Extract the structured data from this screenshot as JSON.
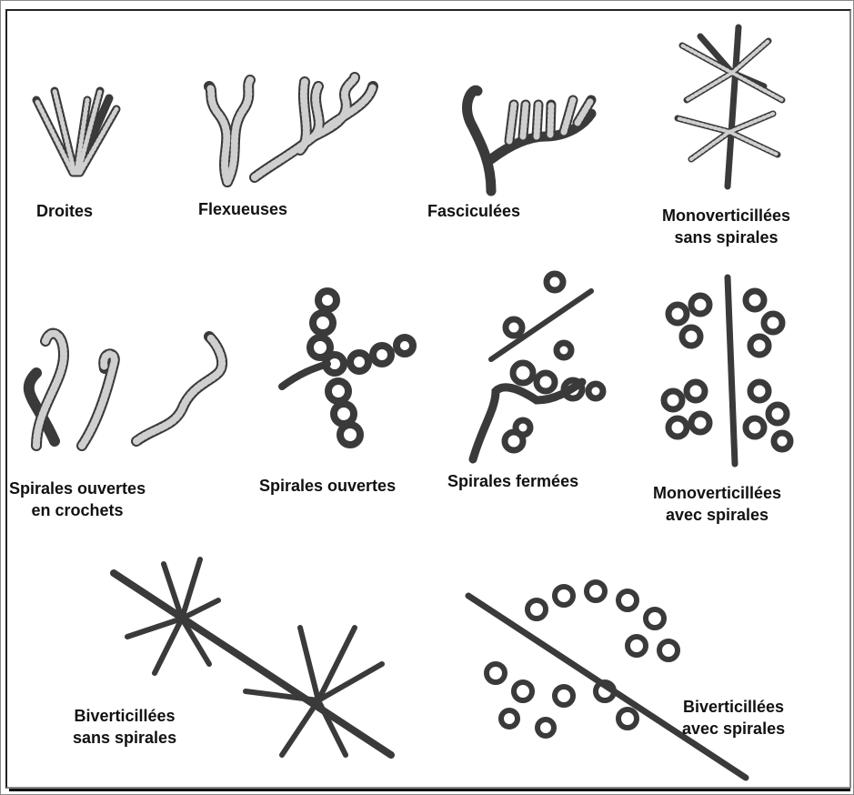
{
  "labels": {
    "droites": "Droites",
    "flexueuses": "Flexueuses",
    "fasciculees": "Fasciculées",
    "monoverticillees_sans_l1": "Monoverticillées",
    "monoverticillees_sans_l2": "sans spirales",
    "spirales_crochets_l1": "Spirales ouvertes",
    "spirales_crochets_l2": "en crochets",
    "spirales_ouvertes": "Spirales ouvertes",
    "spirales_fermees": "Spirales fermées",
    "monoverticillees_avec_l1": "Monoverticillées",
    "monoverticillees_avec_l2": "avec spirales",
    "biverticillees_sans_l1": "Biverticillées",
    "biverticillees_sans_l2": "sans spirales",
    "biverticillees_avec_l1": "Biverticillées",
    "biverticillees_avec_l2": "avec spirales"
  },
  "colors": {
    "stroke": "#3a3a3a",
    "fill": "#cfcfcf",
    "text": "#111111"
  }
}
